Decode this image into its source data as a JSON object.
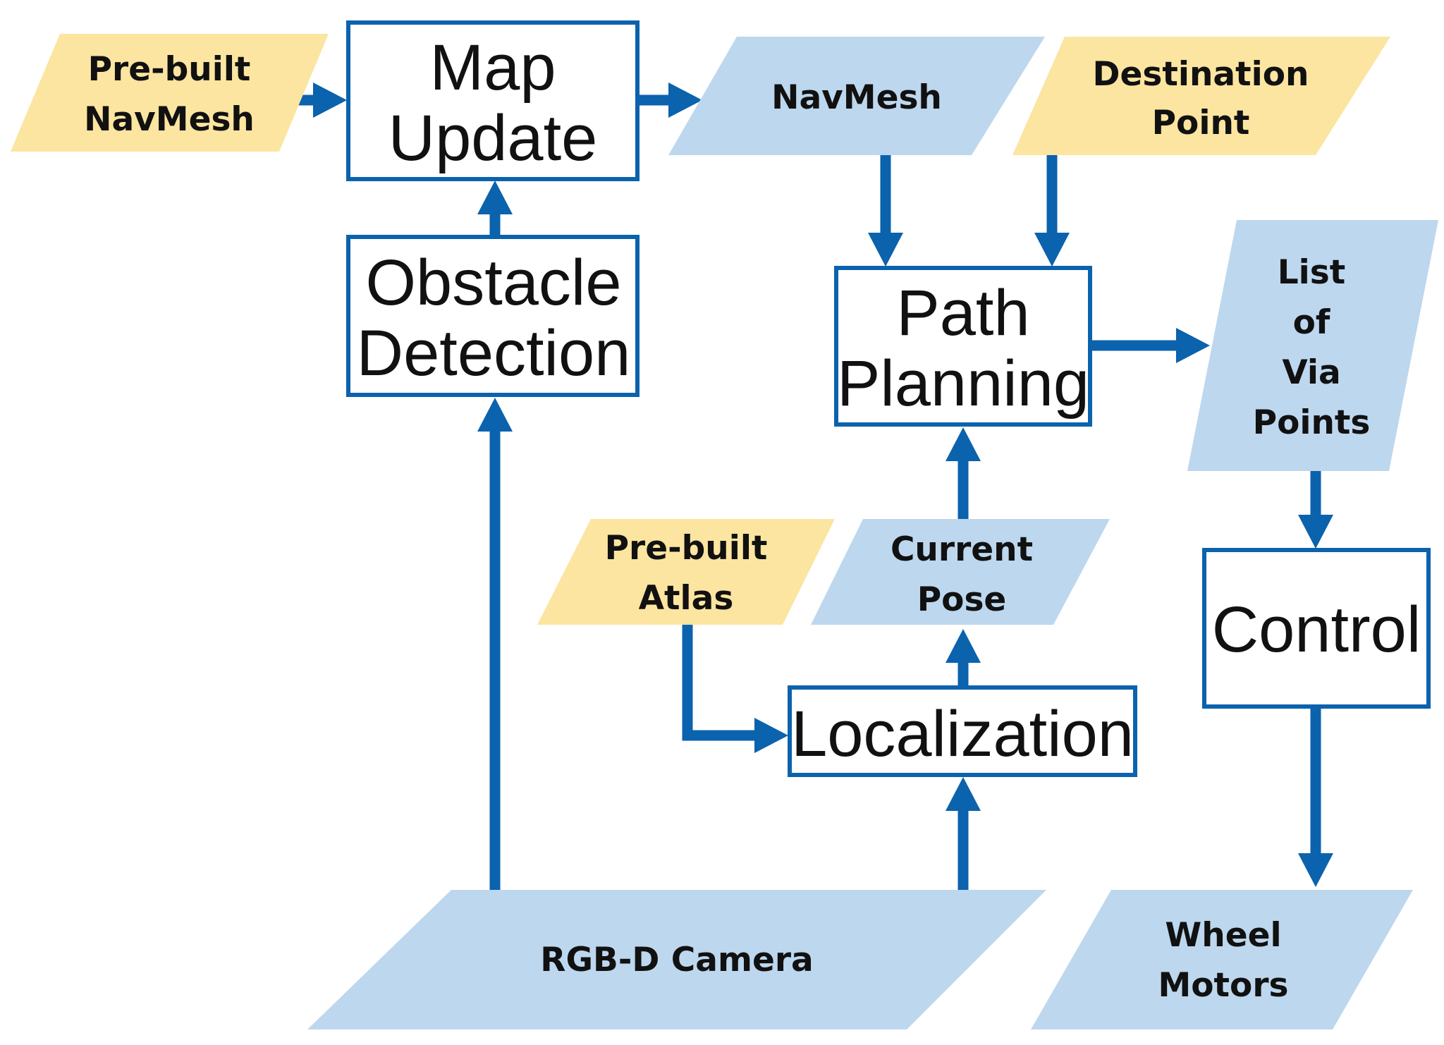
{
  "colors": {
    "input_fill": "#fce5a0",
    "data_fill": "#bdd7ee",
    "stroke": "#0b62ad",
    "text": "#111111"
  },
  "inputs": {
    "prebuilt_navmesh": [
      "Pre-built",
      "NavMesh"
    ],
    "destination_point": [
      "Destination",
      "Point"
    ],
    "prebuilt_atlas": [
      "Pre-built",
      "Atlas"
    ]
  },
  "data_nodes": {
    "navmesh": [
      "NavMesh"
    ],
    "via_points": [
      "List",
      "of",
      "Via",
      "Points"
    ],
    "current_pose": [
      "Current",
      "Pose"
    ],
    "rgbd_camera": [
      "RGB-D Camera"
    ],
    "wheel_motors": [
      "Wheel",
      "Motors"
    ]
  },
  "processes": {
    "map_update": [
      "Map",
      "Update"
    ],
    "obstacle_detection": [
      "Obstacle",
      "Detection"
    ],
    "path_planning": [
      "Path",
      "Planning"
    ],
    "localization": [
      "Localization"
    ],
    "control": [
      "Control"
    ]
  }
}
